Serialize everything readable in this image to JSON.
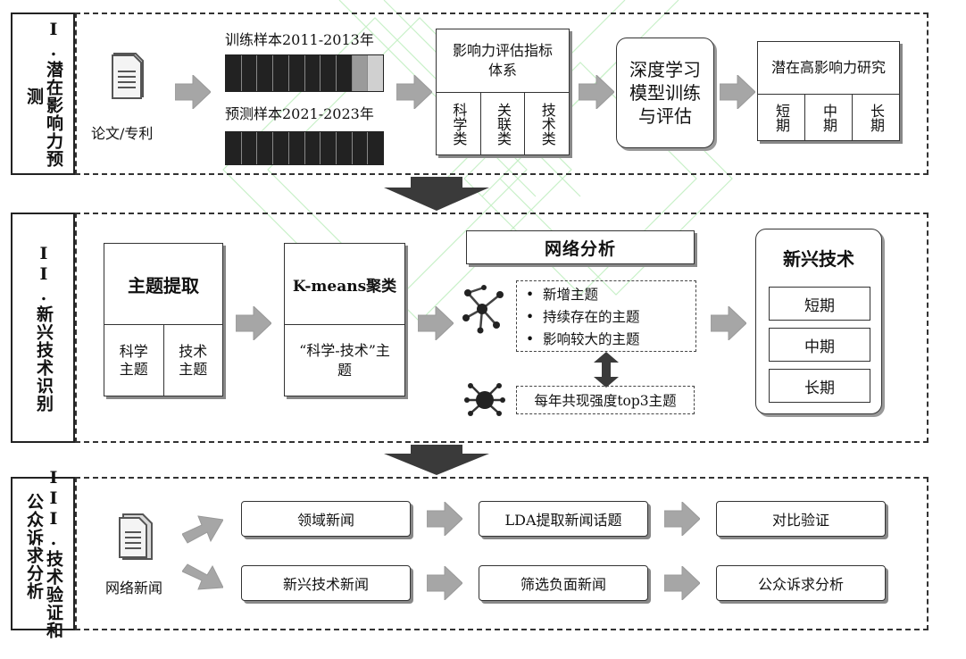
{
  "sections": [
    {
      "label_lines": [
        "I.潜在影响力预",
        "测"
      ]
    },
    {
      "label_lines": [
        "II.新兴技术识别"
      ]
    },
    {
      "label_lines": [
        "III.技术验证和",
        "公众诉求分析"
      ]
    }
  ],
  "s1": {
    "doc_label": "论文/专利",
    "train_label": "训练样本2011-2013年",
    "predict_label": "预测样本2021-2023年",
    "metrics_title": "影响力评估指标体系",
    "metrics_cols": [
      "科学类",
      "关联类",
      "技术类"
    ],
    "model_label": "深度学习模型训练与评估",
    "potential_title": "潜在高影响力研究",
    "potential_cols": [
      "短期",
      "中期",
      "长期"
    ]
  },
  "s2": {
    "topic_title": "主题提取",
    "topic_cols": [
      "科学主题",
      "技术主题"
    ],
    "kmeans_title": "K-means聚类",
    "kmeans_sub": "“科学-技术”主题",
    "network_title": "网络分析",
    "bullets": [
      "新增主题",
      "持续存在的主题",
      "影响较大的主题"
    ],
    "bullet_mark": "•",
    "top3": "每年共现强度top3主题",
    "emerging_title": "新兴技术",
    "emerging_terms": [
      "短期",
      "中期",
      "长期"
    ]
  },
  "s3": {
    "doc_label": "网络新闻",
    "row1": [
      "领域新闻",
      "LDA提取新闻话题",
      "对比验证"
    ],
    "row2": [
      "新兴技术新闻",
      "筛选负面新闻",
      "公众诉求分析"
    ]
  },
  "colors": {
    "arrow": "#a6a6a6",
    "dark_arrow": "#3a3a3a",
    "border": "#333333",
    "watermark": "#9be39b"
  }
}
